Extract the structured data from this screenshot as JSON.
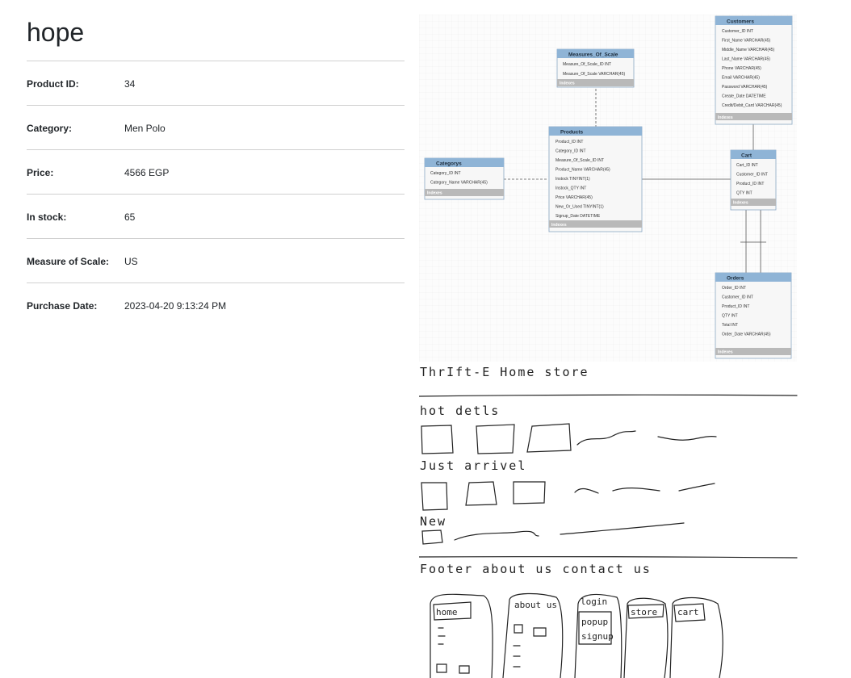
{
  "product": {
    "name": "hope",
    "fields": [
      {
        "label": "Product ID:",
        "value": "34"
      },
      {
        "label": "Category:",
        "value": "Men Polo"
      },
      {
        "label": "Price:",
        "value": "4566 EGP"
      },
      {
        "label": "In stock:",
        "value": "65"
      },
      {
        "label": "Measure of Scale:",
        "value": "US"
      },
      {
        "label": "Purchase Date:",
        "value": "2023-04-20 9:13:24 PM"
      }
    ]
  },
  "erd": {
    "colors": {
      "header": "#8fb4d6",
      "indexes": "#b9b9b9",
      "grid": "#e9e9e9"
    },
    "tables": {
      "customers": {
        "title": "Customers",
        "columns": [
          "Customer_ID INT",
          "First_Name VARCHAR(45)",
          "Middle_Name VARCHAR(45)",
          "Last_Name VARCHAR(45)",
          "Phone VARCHAR(45)",
          "Email VARCHAR(45)",
          "Password VARCHAR(45)",
          "Create_Date DATETIME",
          "Credit/Debit_Card VARCHAR(45)"
        ],
        "indexes": "Indexes"
      },
      "measures": {
        "title": "Measures_Of_Scale",
        "columns": [
          "Measure_Of_Scale_ID INT",
          "Measure_Of_Scale VARCHAR(45)"
        ],
        "indexes": "Indexes"
      },
      "products": {
        "title": "Products",
        "columns": [
          "Product_ID INT",
          "Category_ID INT",
          "Measure_Of_Scale_ID INT",
          "Product_Name VARCHAR(45)",
          "Instock TINYINT(1)",
          "Instock_QTY INT",
          "Price VARCHAR(45)",
          "New_Or_Used TINYINT(1)",
          "Signup_Date DATETIME"
        ],
        "indexes": "Indexes"
      },
      "categorys": {
        "title": "Categorys",
        "columns": [
          "Category_ID INT",
          "Category_Name VARCHAR(45)"
        ],
        "indexes": "Indexes"
      },
      "cart": {
        "title": "Cart",
        "columns": [
          "Cart_ID INT",
          "Customer_ID INT",
          "Product_ID INT",
          "QTY INT"
        ],
        "indexes": "Indexes"
      },
      "orders": {
        "title": "Orders",
        "columns": [
          "Order_ID INT",
          "Customer_ID INT",
          "Product_ID INT",
          "QTY INT",
          "Total INT",
          "Order_Date VARCHAR(45)"
        ],
        "indexes": "Indexes"
      }
    }
  },
  "sketch": {
    "header": "ThrIft-E Home store",
    "hot_details": "hot detls",
    "just_arrived": "Just arrivel",
    "new": "New",
    "footer": "Footer  about us  contact us",
    "screens": [
      "home",
      "about us",
      "login",
      "popup",
      "signup",
      "store",
      "cart"
    ]
  }
}
